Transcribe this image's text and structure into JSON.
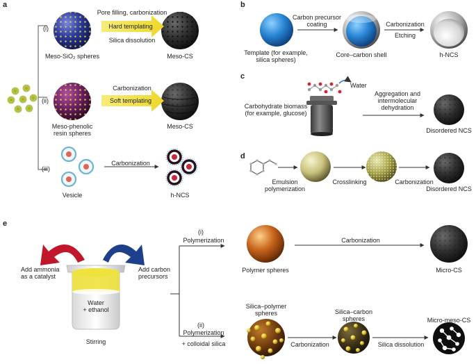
{
  "panels": {
    "a": {
      "label": "a",
      "routes": [
        "(i)",
        "(ii)",
        "(iii)"
      ],
      "route_i": {
        "input": "Meso-SiO₂ spheres",
        "step_top": "Pore filling, carbonization",
        "band": "Hard templating",
        "step_bottom": "Silica dissolution",
        "output": "Meso-CS"
      },
      "route_ii": {
        "input_line1": "Meso-phenolic",
        "input_line2": "resin spheres",
        "step_top": "Carbonization",
        "band": "Soft templating",
        "output": "Meso-CS"
      },
      "route_iii": {
        "input": "Vesicle",
        "step_top": "Carbonization",
        "output": "h-NCS"
      }
    },
    "b": {
      "label": "b",
      "template_line1": "Template (for example,",
      "template_line2": "silica spheres)",
      "step1_line1": "Carbon precursor",
      "step1_line2": "coating",
      "intermediate": "Core–carbon shell",
      "step2_top": "Carbonization",
      "step2_bottom": "Etching",
      "output": "h-NCS"
    },
    "c": {
      "label": "c",
      "water": "Water",
      "source_line1": "Carbohydrate biomass",
      "source_line2": "(for example, glucose)",
      "step_line1": "Aggregation and",
      "step_line2": "intermolecular",
      "step_line3": "dehydration",
      "output": "Disordered NCS"
    },
    "d": {
      "label": "d",
      "step1_line1": "Emulsion",
      "step1_line2": "polymerization",
      "step2": "Crosslinking",
      "step3": "Carbonization",
      "output": "Disordered NCS"
    },
    "e": {
      "label": "e",
      "left_line1": "Add ammonia",
      "left_line2": "as a catalyst",
      "right_line1": "Add carbon",
      "right_line2": "precursors",
      "beaker_line1": "Water",
      "beaker_line2": "+ ethanol",
      "stirring": "Stirring",
      "route_i": {
        "label": "(i)",
        "step": "Polymerization",
        "intermediate": "Polymer spheres",
        "step2": "Carbonization",
        "output": "Micro-CS"
      },
      "route_ii": {
        "label": "(ii)",
        "step": "Polymerization",
        "step_extra": "+ colloidal silica",
        "intermediate1_line1": "Silica–polymer",
        "intermediate1_line2": "spheres",
        "step2": "Carbonization",
        "intermediate2_line1": "Silica–carbon",
        "intermediate2_line2": "spheres",
        "step3": "Silica dissolution",
        "output": "Micro-meso-CS"
      }
    }
  },
  "colors": {
    "band_yellow": "#f2e23a",
    "silica_blue": "#2d3a9a",
    "resin_purple": "#6a1f5c",
    "carbon_dark": "#2a2a2a",
    "template_blue": "#2a86d6",
    "polymer_orange": "#c8641a",
    "arrow_red": "#c0182a",
    "arrow_blue": "#1d3f8c",
    "beaker_yellow": "#f0e23c"
  }
}
